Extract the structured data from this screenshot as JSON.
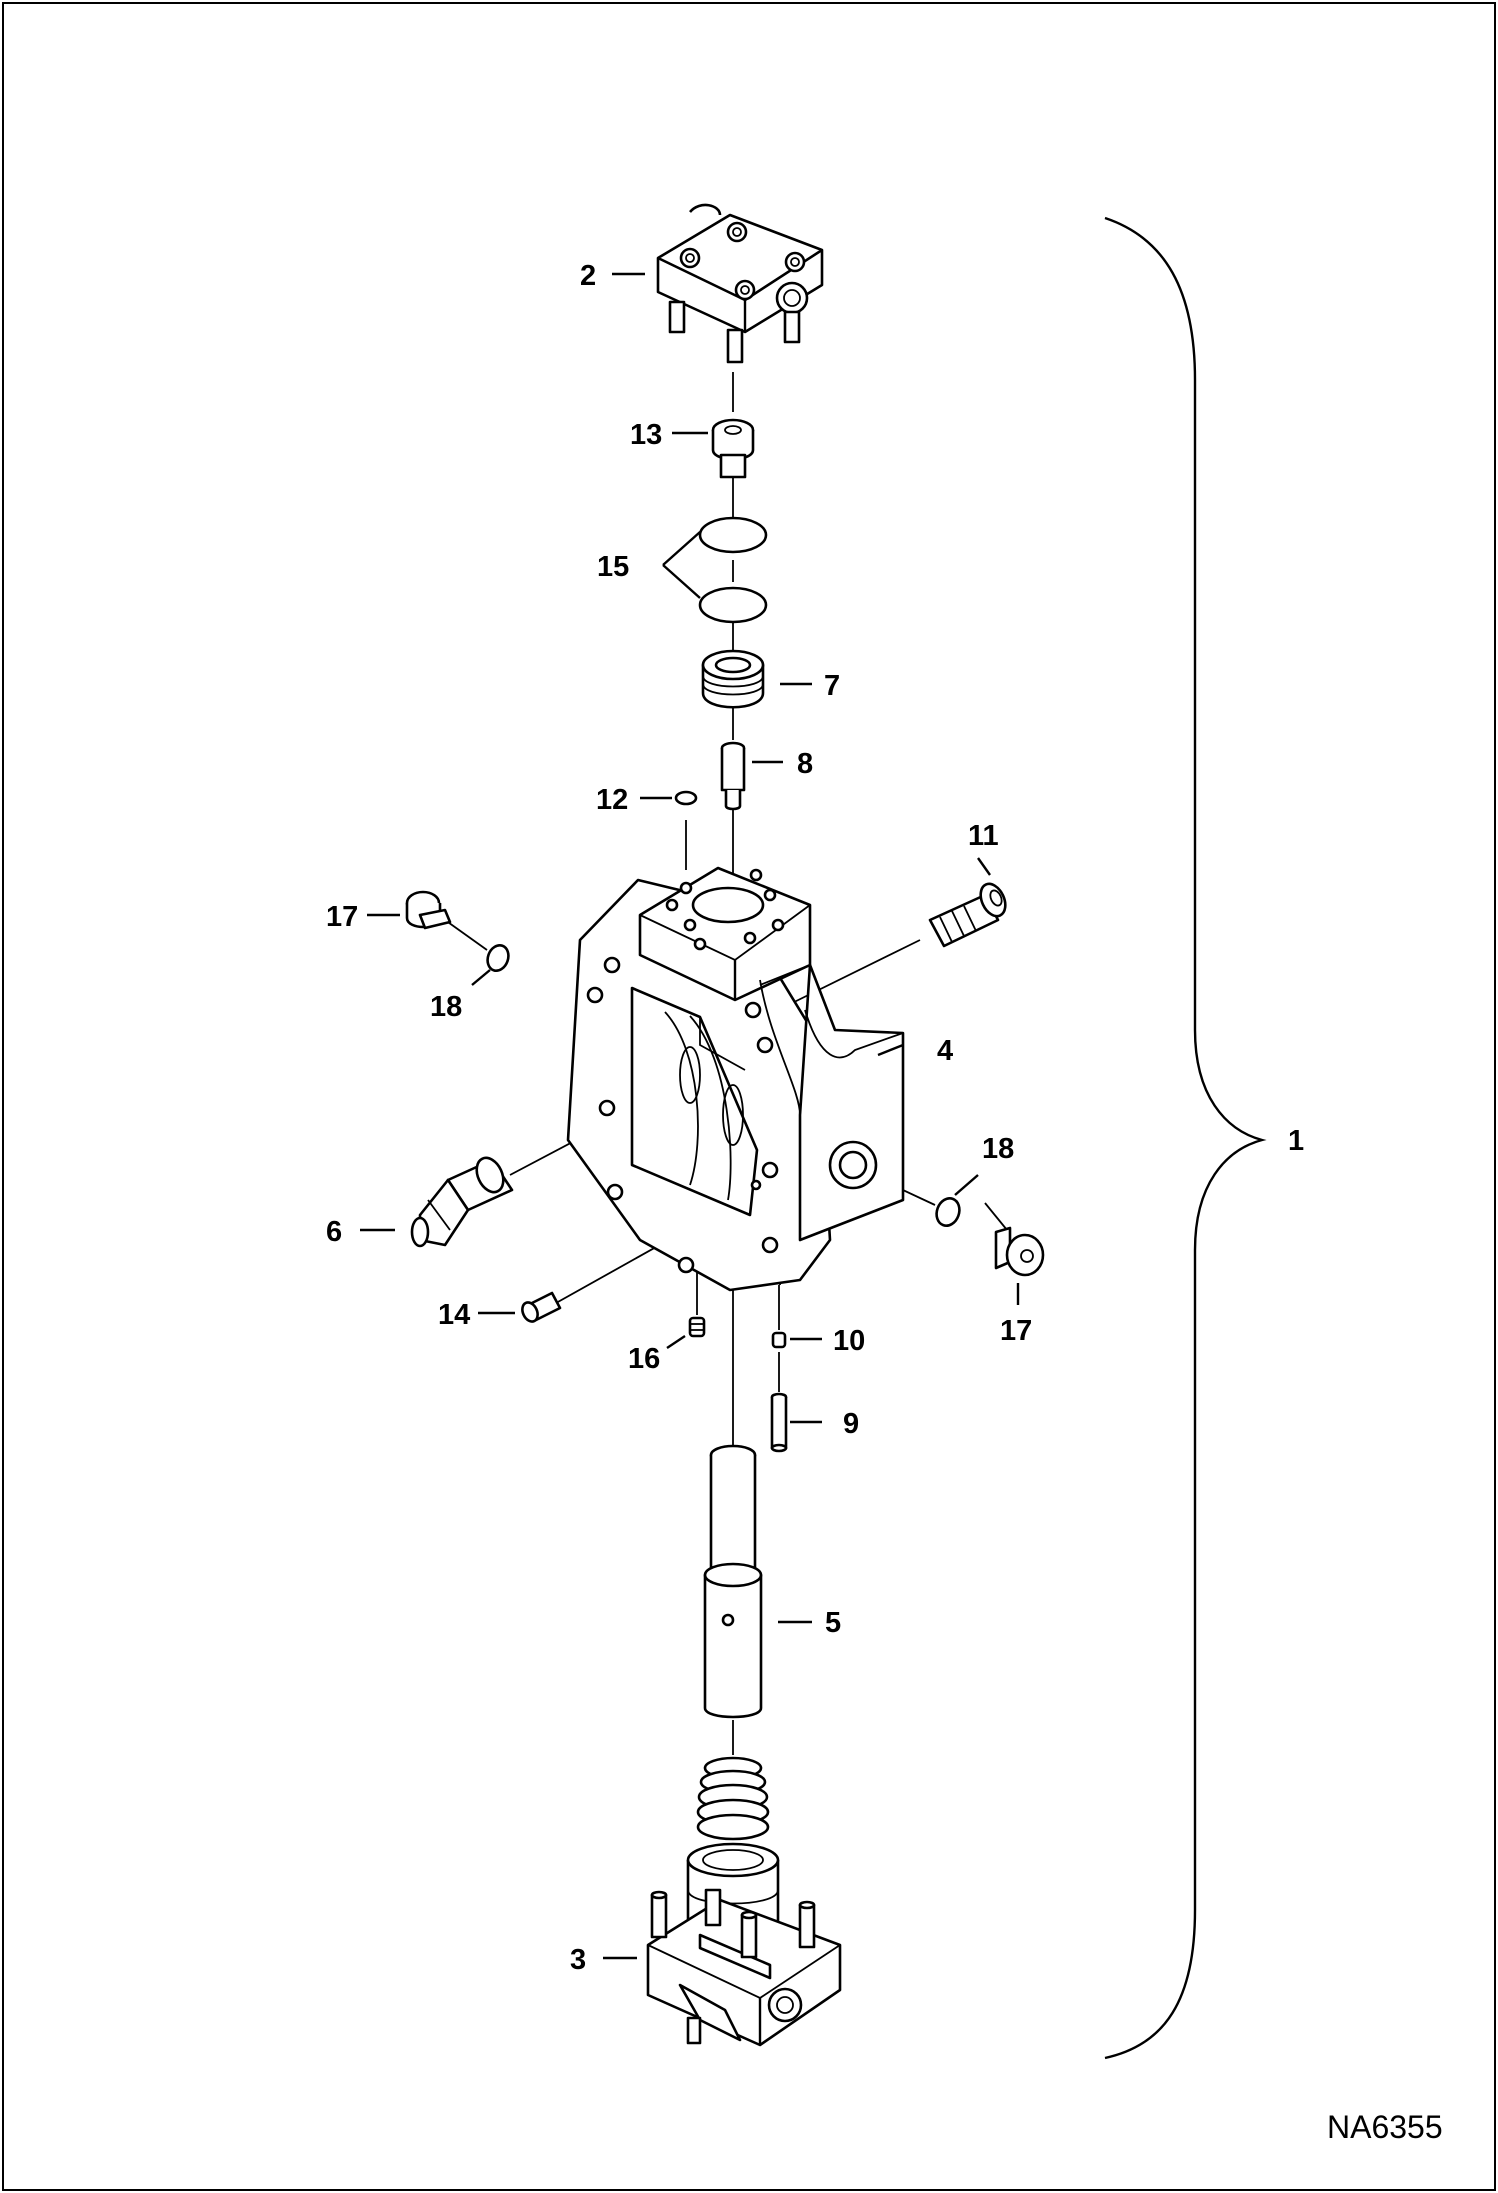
{
  "diagram": {
    "drawing_code": "NA6355",
    "callouts": [
      "1",
      "2",
      "3",
      "4",
      "5",
      "6",
      "7",
      "8",
      "9",
      "10",
      "11",
      "12",
      "13",
      "14",
      "15",
      "16",
      "17",
      "18"
    ]
  }
}
